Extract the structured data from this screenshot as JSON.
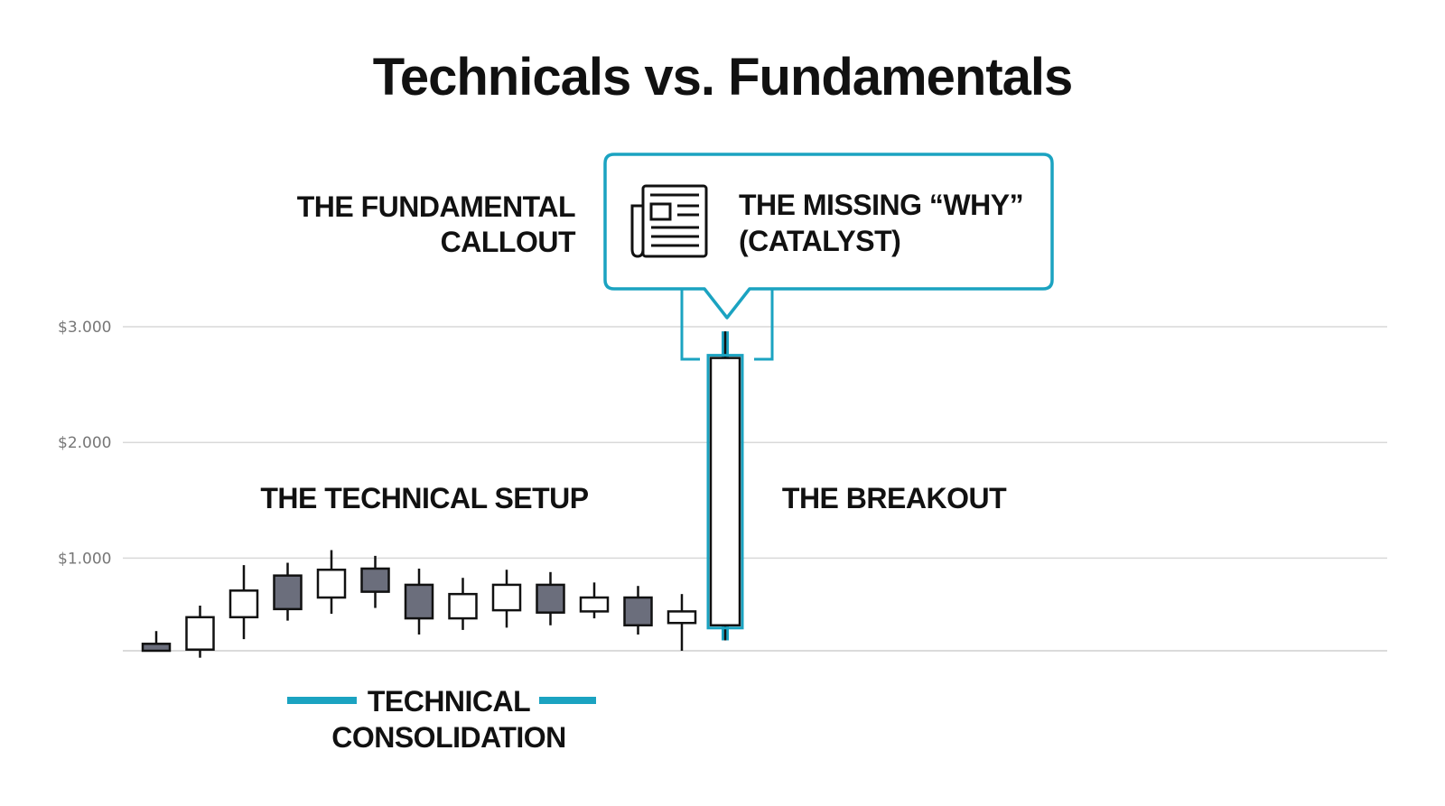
{
  "chart_data": {
    "type": "candlestick",
    "title": "Technicals vs. Fundamentals",
    "y_ticks": [
      {
        "value": 1000,
        "label": "$1.000"
      },
      {
        "value": 2000,
        "label": "$2.000"
      },
      {
        "value": 3000,
        "label": "$3.000"
      }
    ],
    "ylim": [
      200,
      3000
    ],
    "grid": true,
    "candles": [
      {
        "open": 200,
        "high": 370,
        "low": 200,
        "close": 260,
        "direction": "down"
      },
      {
        "open": 210,
        "high": 590,
        "low": 140,
        "close": 490,
        "direction": "up"
      },
      {
        "open": 490,
        "high": 940,
        "low": 300,
        "close": 720,
        "direction": "up"
      },
      {
        "open": 850,
        "high": 960,
        "low": 460,
        "close": 560,
        "direction": "down"
      },
      {
        "open": 660,
        "high": 1070,
        "low": 520,
        "close": 900,
        "direction": "up"
      },
      {
        "open": 910,
        "high": 1020,
        "low": 570,
        "close": 710,
        "direction": "down"
      },
      {
        "open": 770,
        "high": 910,
        "low": 340,
        "close": 480,
        "direction": "down"
      },
      {
        "open": 480,
        "high": 830,
        "low": 380,
        "close": 690,
        "direction": "up"
      },
      {
        "open": 550,
        "high": 900,
        "low": 400,
        "close": 770,
        "direction": "up"
      },
      {
        "open": 770,
        "high": 880,
        "low": 420,
        "close": 530,
        "direction": "down"
      },
      {
        "open": 540,
        "high": 790,
        "low": 480,
        "close": 660,
        "direction": "up"
      },
      {
        "open": 660,
        "high": 760,
        "low": 340,
        "close": 420,
        "direction": "down"
      },
      {
        "open": 440,
        "high": 690,
        "low": 200,
        "close": 540,
        "direction": "up"
      },
      {
        "open": 420,
        "high": 2960,
        "low": 290,
        "close": 2730,
        "direction": "up"
      }
    ],
    "annotations": {
      "fundamental_callout": [
        "THE FUNDAMENTAL",
        "CALLOUT"
      ],
      "missing_why": [
        "THE MISSING “WHY”",
        "(CATALYST)"
      ],
      "technical_setup": "THE TECHNICAL SETUP",
      "breakout": "THE BREAKOUT",
      "technical_consolidation": [
        "TECHNICAL",
        "CONSOLIDATION"
      ]
    },
    "icons": [
      "newspaper-icon"
    ],
    "colors": {
      "accent": "#1ba3c1",
      "down_candle": "#6b6e7c",
      "up_candle": "#ffffff",
      "stroke": "#111111",
      "grid": "#d9d9d9"
    }
  }
}
